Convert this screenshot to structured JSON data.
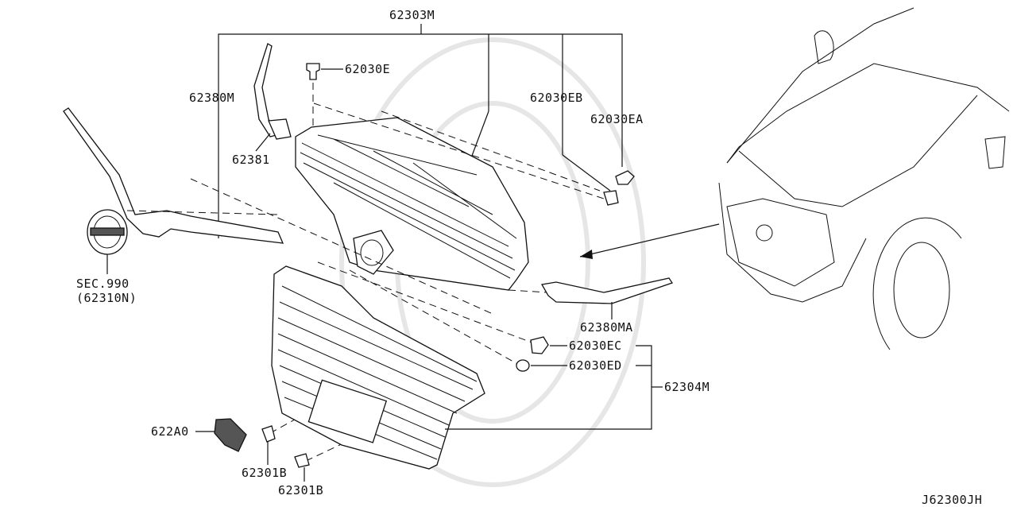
{
  "diagram": {
    "labels": {
      "grille_assembly": "62303M",
      "clip_e": "62030E",
      "molding_left": "62380M",
      "clip_eb": "62030EB",
      "clip_ea": "62030EA",
      "bracket": "62381",
      "emblem_sec": "SEC.990",
      "emblem_part": "(62310N)",
      "molding_right": "62380MA",
      "clip_ec": "62030EC",
      "clip_ed": "62030ED",
      "grille_lower": "62304M",
      "sensor": "622A0",
      "clip_b1": "62301B",
      "clip_b2": "62301B",
      "diagram_code": "J62300JH"
    }
  }
}
